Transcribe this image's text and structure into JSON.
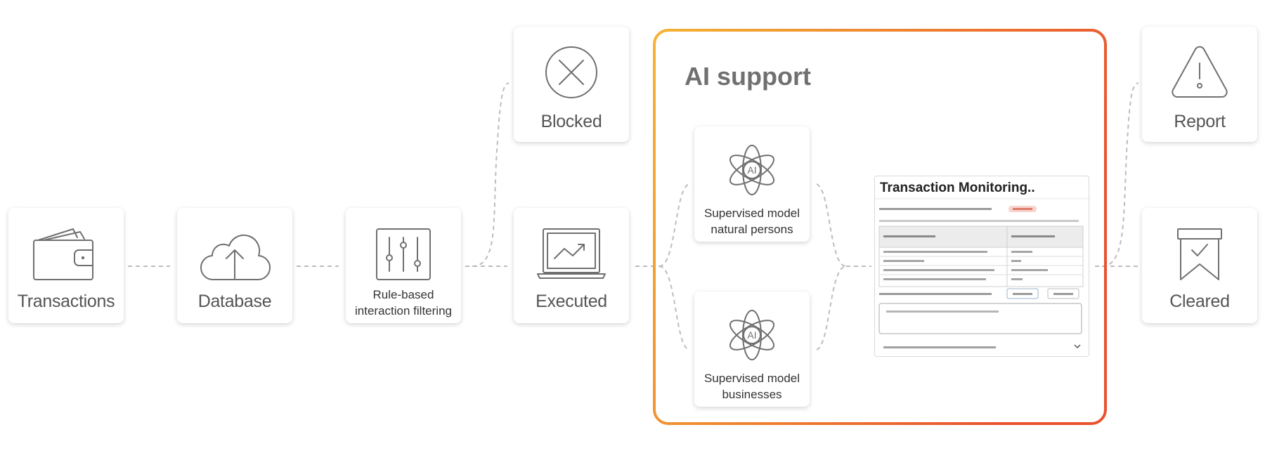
{
  "nodes": {
    "transactions": {
      "label": "Transactions",
      "icon": "wallet-icon"
    },
    "database": {
      "label": "Database",
      "icon": "cloud-upload-icon"
    },
    "rule_filter": {
      "label_line1": "Rule-based",
      "label_line2": "interaction filtering",
      "icon": "sliders-icon"
    },
    "blocked": {
      "label": "Blocked",
      "icon": "close-circle-icon"
    },
    "executed": {
      "label": "Executed",
      "icon": "laptop-chart-icon"
    },
    "report": {
      "label": "Report",
      "icon": "warning-icon"
    },
    "cleared": {
      "label": "Cleared",
      "icon": "bookmark-check-icon"
    }
  },
  "ai_support": {
    "title": "AI support",
    "frame_gradient": [
      "#f5b335",
      "#e8522e"
    ],
    "model_persons": {
      "label_line1": "Supervised model",
      "label_line2": "natural persons",
      "icon_text": "AI"
    },
    "model_businesses": {
      "label_line1": "Supervised model",
      "label_line2": "businesses",
      "icon_text": "AI"
    },
    "monitoring_panel": {
      "title": "Transaction Monitoring.."
    }
  }
}
